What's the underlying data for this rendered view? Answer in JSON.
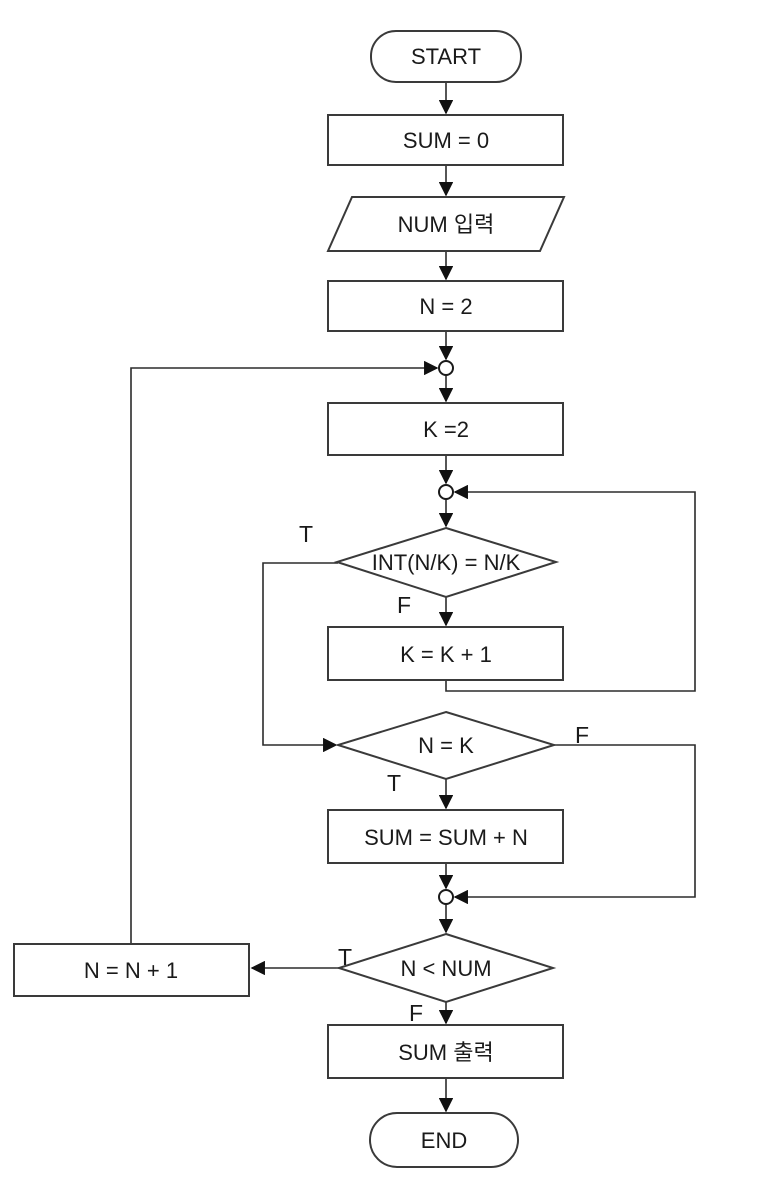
{
  "diagram": {
    "type": "flowchart",
    "nodes": {
      "start": {
        "label": "START",
        "shape": "terminator"
      },
      "sum_init": {
        "label": "SUM = 0",
        "shape": "process"
      },
      "num_input": {
        "label": "NUM 입력",
        "shape": "input-parallelogram"
      },
      "n_init": {
        "label": "N = 2",
        "shape": "process"
      },
      "k_init": {
        "label": "K =2",
        "shape": "process"
      },
      "div_check": {
        "label": "INT(N/K) = N/K",
        "shape": "decision"
      },
      "k_inc": {
        "label": "K = K + 1",
        "shape": "process"
      },
      "eq_check": {
        "label": "N = K",
        "shape": "decision"
      },
      "sum_add": {
        "label": "SUM = SUM + N",
        "shape": "process"
      },
      "loop_check": {
        "label": "N < NUM",
        "shape": "decision"
      },
      "n_inc": {
        "label": "N = N + 1",
        "shape": "process"
      },
      "sum_out": {
        "label": "SUM 출력",
        "shape": "process"
      },
      "end": {
        "label": "END",
        "shape": "terminator"
      }
    },
    "branch_labels": {
      "div_true": "T",
      "div_false": "F",
      "eq_true": "T",
      "eq_false": "F",
      "loop_true": "T",
      "loop_false": "F"
    },
    "colors": {
      "shape_stroke": "#3a3a3a",
      "edge_stroke": "#2b2b2b",
      "shape_fill": "#ffffff",
      "text": "#1a1a1a",
      "background": "#ffffff"
    }
  }
}
